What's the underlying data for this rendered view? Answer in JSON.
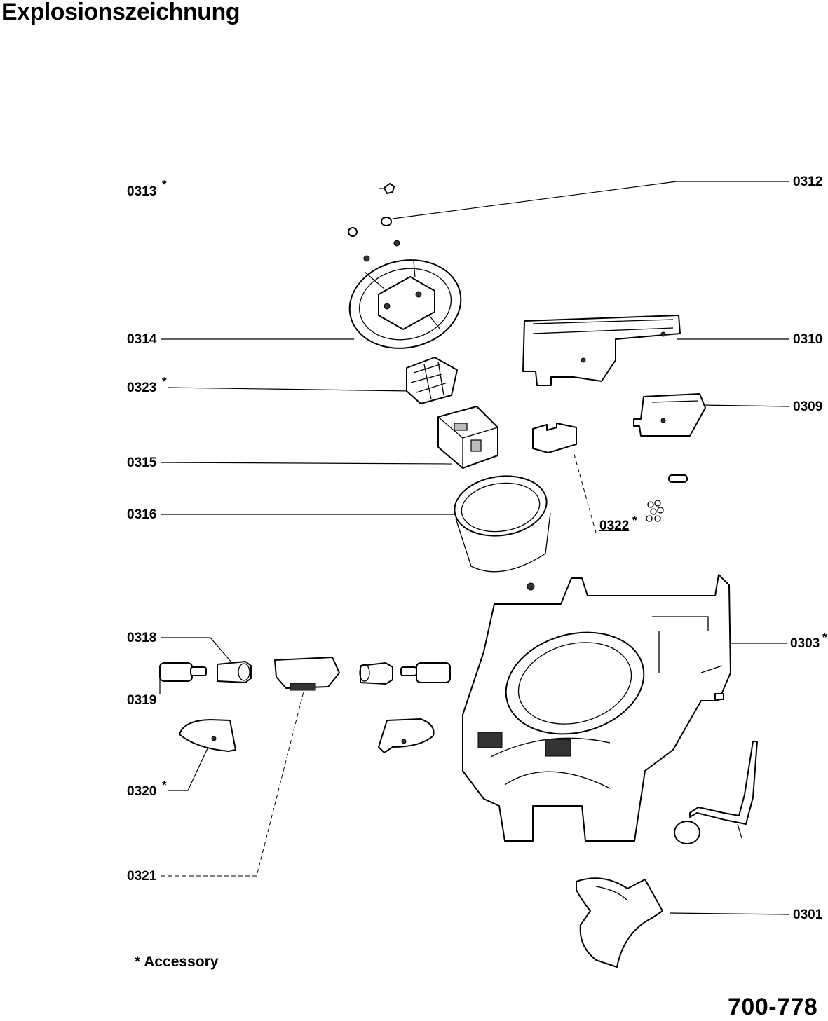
{
  "title": "Explosionszeichnung",
  "labels": {
    "p0313": "0313",
    "p0312": "0312",
    "p0314": "0314",
    "p0310": "0310",
    "p0323": "0323",
    "p0309": "0309",
    "p0315": "0315",
    "p0316": "0316",
    "p0322": "0322",
    "p0318": "0318",
    "p0303": "0303",
    "p0319": "0319",
    "p0320": "0320",
    "p0321": "0321",
    "p0301": "0301"
  },
  "accessory_mark": "*",
  "note": "* Accessory",
  "doc_number": "700-778"
}
